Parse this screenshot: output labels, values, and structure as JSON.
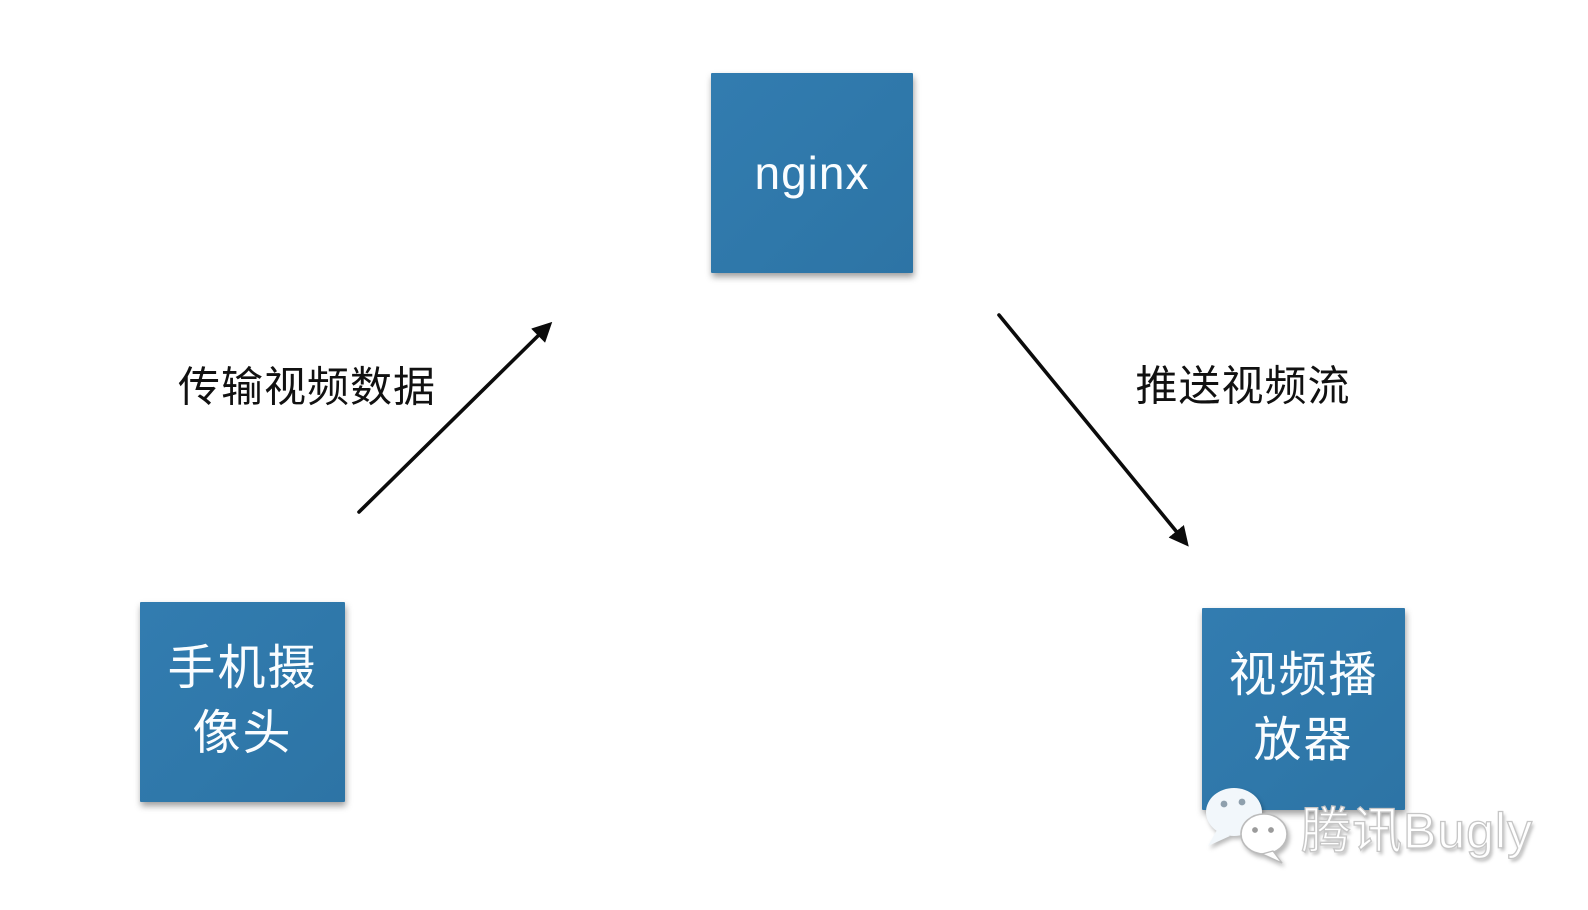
{
  "nodes": {
    "camera": {
      "label": "手机摄像头"
    },
    "nginx": {
      "label": "nginx"
    },
    "player": {
      "label": "视频播放器"
    }
  },
  "edges": {
    "camera_to_nginx": {
      "from": "手机摄像头",
      "to": "nginx",
      "label": "传输视频数据"
    },
    "nginx_to_player": {
      "from": "nginx",
      "to": "视频播放器",
      "label": "推送视频流"
    }
  },
  "watermark": {
    "icon": "wechat-logo-icon",
    "text": "腾讯Bugly"
  },
  "colors": {
    "node_fill": "#3079ac",
    "node_text": "#fafdff",
    "arrow": "#0b0b0b",
    "edge_label_text": "#111111",
    "background": "#ffffff",
    "watermark_text": "#ffffff",
    "watermark_outline": "#c6c6c6"
  }
}
